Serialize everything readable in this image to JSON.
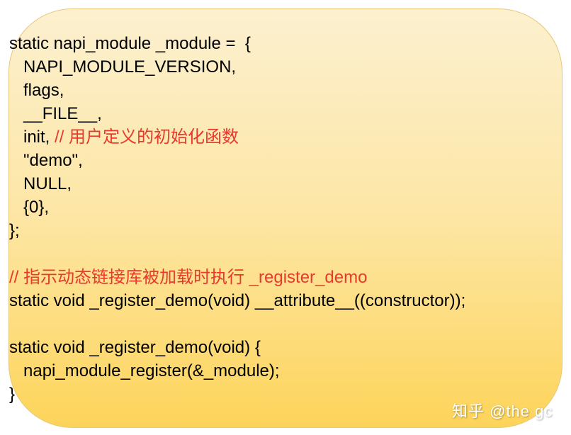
{
  "code_lines": [
    {
      "code": "static napi_module _module =  {",
      "comment": ""
    },
    {
      "code": "   NAPI_MODULE_VERSION,",
      "comment": ""
    },
    {
      "code": "   flags,",
      "comment": ""
    },
    {
      "code": "   __FILE__,",
      "comment": ""
    },
    {
      "code": "   init, ",
      "comment": "// 用户定义的初始化函数"
    },
    {
      "code": "   \"demo\",",
      "comment": ""
    },
    {
      "code": "   NULL,",
      "comment": ""
    },
    {
      "code": "   {0},",
      "comment": ""
    },
    {
      "code": "};",
      "comment": ""
    },
    {
      "code": "",
      "comment": ""
    },
    {
      "code": "",
      "comment": "// 指示动态链接库被加载时执行 _register_demo"
    },
    {
      "code": "static void _register_demo(void) __attribute__((constructor));",
      "comment": ""
    },
    {
      "code": "",
      "comment": ""
    },
    {
      "code": "static void _register_demo(void) {",
      "comment": ""
    },
    {
      "code": "   napi_module_register(&_module);",
      "comment": ""
    },
    {
      "code": "}",
      "comment": ""
    }
  ],
  "watermark": "知乎 @the gc",
  "colors": {
    "comment": "#e8392c",
    "box_top": "#fcf0cf",
    "box_bottom": "#fdd45a"
  }
}
